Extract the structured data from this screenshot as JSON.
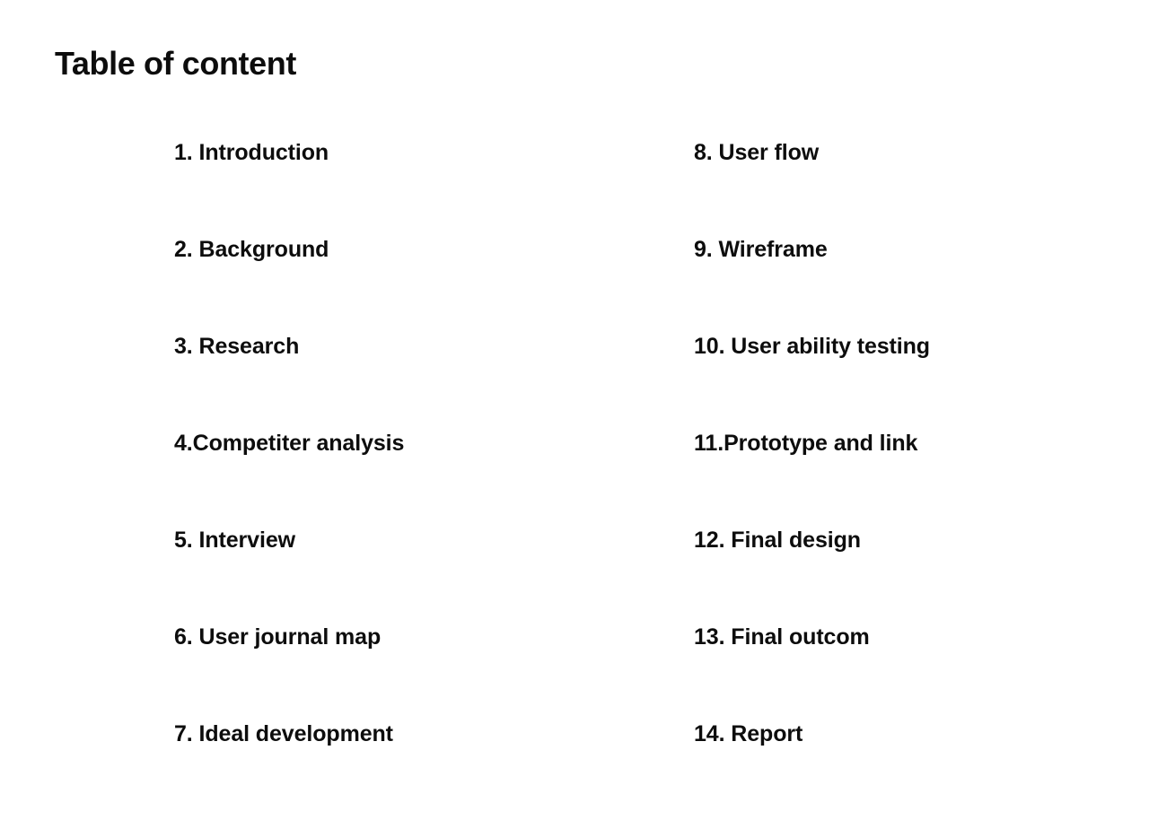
{
  "page": {
    "title": "Table of content",
    "background_color": "#ffffff",
    "text_color": "#0d0d0d"
  },
  "toc": {
    "left_column": [
      {
        "label": "1. Introduction"
      },
      {
        "label": "2. Background"
      },
      {
        "label": "3. Research"
      },
      {
        "label": "4.Competiter analysis"
      },
      {
        "label": "5. Interview"
      },
      {
        "label": "6. User journal map"
      },
      {
        "label": "7. Ideal development"
      }
    ],
    "right_column": [
      {
        "label": "8. User flow"
      },
      {
        "label": "9. Wireframe"
      },
      {
        "label": "10. User ability testing"
      },
      {
        "label": "11.Prototype and link"
      },
      {
        "label": "12. Final design"
      },
      {
        "label": "13. Final outcom"
      },
      {
        "label": "14. Report"
      }
    ]
  }
}
